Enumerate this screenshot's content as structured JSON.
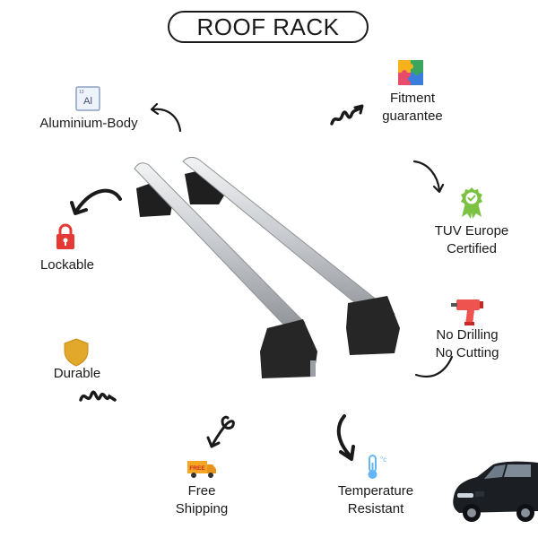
{
  "title": "ROOF RACK",
  "features": {
    "aluminium": {
      "label": "Aluminium-Body",
      "icon": "aluminium-element-icon",
      "icon_text": "Al"
    },
    "lockable": {
      "label": "Lockable",
      "icon": "padlock-icon"
    },
    "durable": {
      "label": "Durable",
      "icon": "shield-icon"
    },
    "fitment": {
      "line1": "Fitment",
      "line2": "guarantee",
      "icon": "puzzle-icon"
    },
    "tuv": {
      "line1": "TUV Europe",
      "line2": "Certified",
      "icon": "certified-badge-icon"
    },
    "drilling": {
      "line1": "No Drilling",
      "line2": "No Cutting",
      "icon": "drill-icon"
    },
    "shipping": {
      "line1": "Free",
      "line2": "Shipping",
      "icon": "delivery-truck-icon",
      "icon_text": "FREE"
    },
    "temperature": {
      "line1": "Temperature",
      "line2": "Resistant",
      "icon": "thermometer-icon"
    }
  },
  "colors": {
    "text": "#1a1a1a",
    "lock_red": "#e53935",
    "shield_gold": "#e2a82b",
    "badge_green": "#7cc242",
    "drill_red": "#ef5350",
    "truck_orange": "#f5a623",
    "thermo_blue": "#64b5f6",
    "rack_silver": "#c9ccd0"
  }
}
